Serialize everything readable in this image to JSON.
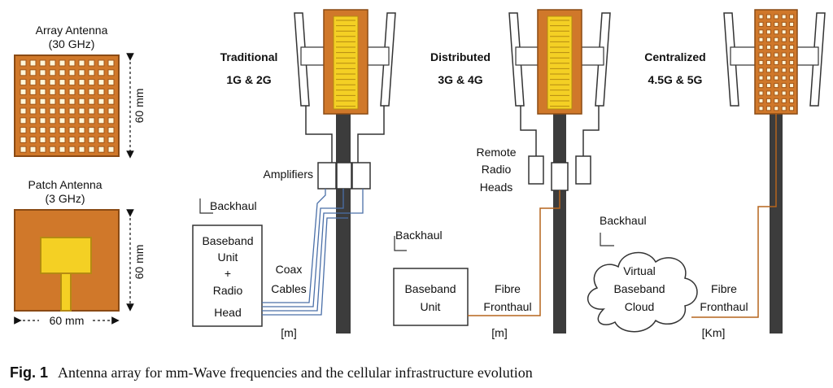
{
  "array_antenna": {
    "title": "Array Antenna",
    "freq": "(30 GHz)",
    "size": "60 mm"
  },
  "patch_antenna": {
    "title": "Patch Antenna",
    "freq": "(3 GHz)",
    "size_v": "60 mm",
    "size_h": "60 mm"
  },
  "traditional": {
    "title": "Traditional",
    "gen": "1G & 2G",
    "amplifiers": "Amplifiers",
    "backhaul": "Backhaul",
    "unit_lines": [
      "Baseband",
      "Unit",
      "+",
      "Radio",
      "Head"
    ],
    "cable_lines": [
      "Coax",
      "Cables"
    ],
    "distance": "[m]"
  },
  "distributed": {
    "title": "Distributed",
    "gen": "3G & 4G",
    "rrh_lines": [
      "Remote",
      "Radio",
      "Heads"
    ],
    "backhaul": "Backhaul",
    "unit_lines": [
      "Baseband",
      "Unit"
    ],
    "link_lines": [
      "Fibre",
      "Fronthaul"
    ],
    "distance": "[m]"
  },
  "centralized": {
    "title": "Centralized",
    "gen": "4.5G & 5G",
    "backhaul": "Backhaul",
    "cloud_lines": [
      "Virtual",
      "Baseband",
      "Cloud"
    ],
    "link_lines": [
      "Fibre",
      "Fronthaul"
    ],
    "distance": "[Km]"
  },
  "caption": {
    "fig": "Fig. 1",
    "text": "Antenna array for mm-Wave frequencies and the cellular infrastructure evolution"
  },
  "colors": {
    "copper": "#d0782a",
    "copper_dark": "#8a4a14",
    "gold": "#f4d024",
    "pole": "#3c3c3c",
    "fibre": "#b5651d",
    "coax": "#4a6fa8"
  }
}
